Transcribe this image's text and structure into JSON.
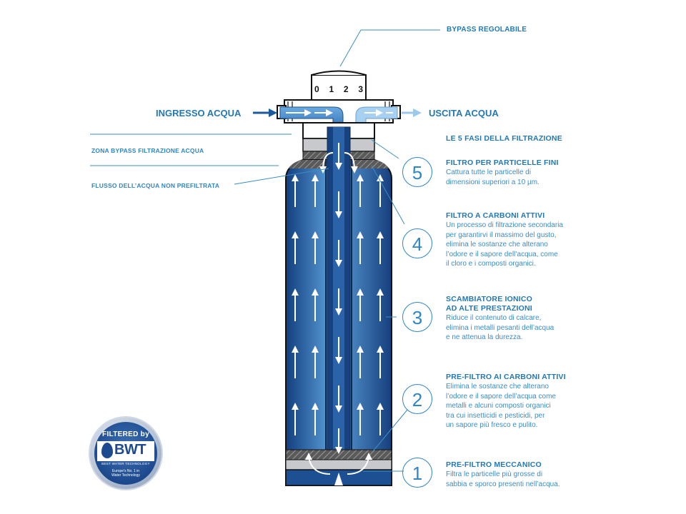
{
  "bypass": {
    "label": "BYPASS REGOLABILE",
    "dial": [
      "0",
      "1",
      "2",
      "3"
    ]
  },
  "flow": {
    "inlet": "INGRESSO ACQUA",
    "outlet": "USCITA ACQUA"
  },
  "left_notes": {
    "bypass_zone": "ZONA BYPASS FILTRAZIONE ACQUA",
    "unfiltered_flow": "FLUSSO DELL’ACQUA NON PREFILTRATA"
  },
  "stages_heading": "LE 5 FASI DELLA FILTRAZIONE",
  "stages": [
    {
      "number": "5",
      "title_lines": [
        "FILTRO PER PARTICELLE FINI"
      ],
      "description_lines": [
        "Cattura tutte le particelle di",
        "dimensioni superiori a 10 µm."
      ]
    },
    {
      "number": "4",
      "title_lines": [
        "FILTRO A CARBONI ATTIVI"
      ],
      "description_lines": [
        "Un processo di filtrazione secondaria",
        "per garantirvi il massimo del gusto,",
        "elimina le sostanze che alterano",
        "l’odore e il sapore dell’acqua, come",
        "il cloro e i composti organici."
      ]
    },
    {
      "number": "3",
      "title_lines": [
        "SCAMBIATORE IONICO",
        "AD ALTE PRESTAZIONI"
      ],
      "description_lines": [
        "Riduce il contenuto di calcare,",
        "elimina i metalli pesanti dell’acqua",
        "e ne attenua la durezza."
      ]
    },
    {
      "number": "2",
      "title_lines": [
        "PRE-FILTRO AI CARBONI ATTIVI"
      ],
      "description_lines": [
        "Elimina le sostanze che alterano",
        "l’odore e il sapore dell’acqua come",
        "metalli e alcuni composti organici",
        "tra cui insetticidi e pesticidi, per",
        "un sapore più fresco e pulito."
      ]
    },
    {
      "number": "1",
      "title_lines": [
        "PRE-FILTRO MECCANICO"
      ],
      "description_lines": [
        "Filtra le particelle più grosse di",
        "sabbia e sporco presenti nell’acqua."
      ]
    }
  ],
  "badge": {
    "top": "FILTERED by",
    "brand": "BWT",
    "tagline": "BEST WATER TECHNOLOGY",
    "slogan_lines": [
      "Europe's No. 1 in",
      "Water Technology"
    ]
  },
  "colors": {
    "accent": "#2378b4",
    "cartridge_dark": "#123f7e",
    "cartridge_light": "#5ea2dd",
    "inlet_arrow": "#1c5a9c"
  }
}
